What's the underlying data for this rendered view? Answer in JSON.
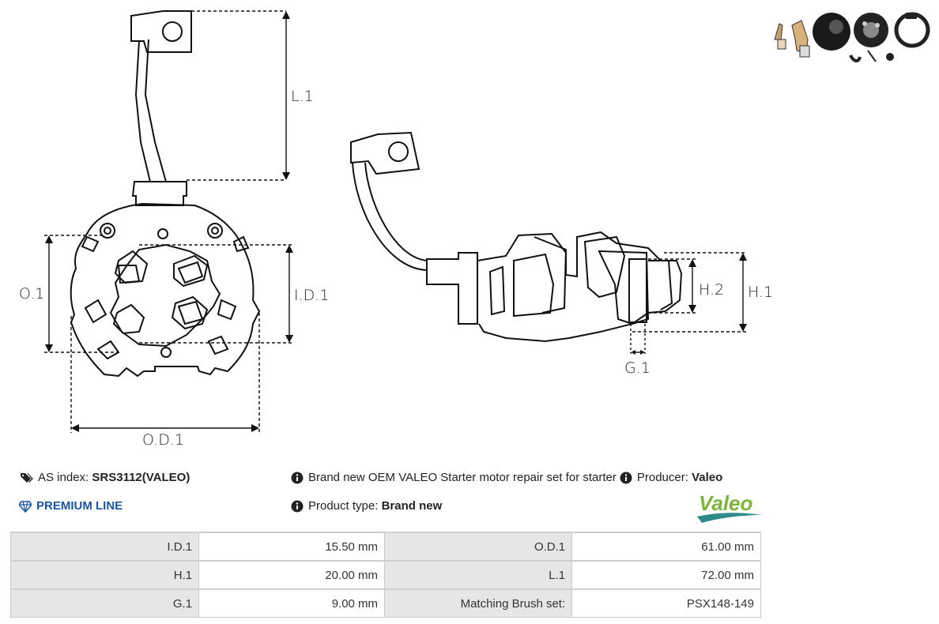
{
  "diagram": {
    "labels": {
      "l1": "L.1",
      "o1": "O.1",
      "id1": "I.D.1",
      "od1": "O.D.1",
      "h2": "H.2",
      "h1": "H.1",
      "g1": "G.1"
    }
  },
  "info": {
    "as_index_label": "AS index:",
    "as_index_value": "SRS3112(VALEO)",
    "premium_line": "PREMIUM LINE",
    "description": "Brand new OEM VALEO Starter motor repair set for starter",
    "producer_label": "Producer:",
    "producer_value": "Valeo",
    "product_type_label": "Product type:",
    "product_type_value": "Brand new",
    "brand_logo_text": "Valeo"
  },
  "specs": [
    {
      "label1": "I.D.1",
      "value1": "15.50 mm",
      "label2": "O.D.1",
      "value2": "61.00 mm"
    },
    {
      "label1": "H.1",
      "value1": "20.00 mm",
      "label2": "L.1",
      "value2": "72.00 mm"
    },
    {
      "label1": "G.1",
      "value1": "9.00 mm",
      "label2": "Matching Brush set:",
      "value2": "PSX148-149"
    }
  ],
  "colors": {
    "premium": "#1a56a6",
    "valeo_green": "#7bb63a",
    "table_label_bg": "#e6e6e6"
  },
  "icons": {
    "as_index": "tags-icon",
    "premium": "diamond-icon",
    "info": "info-circle-icon"
  }
}
